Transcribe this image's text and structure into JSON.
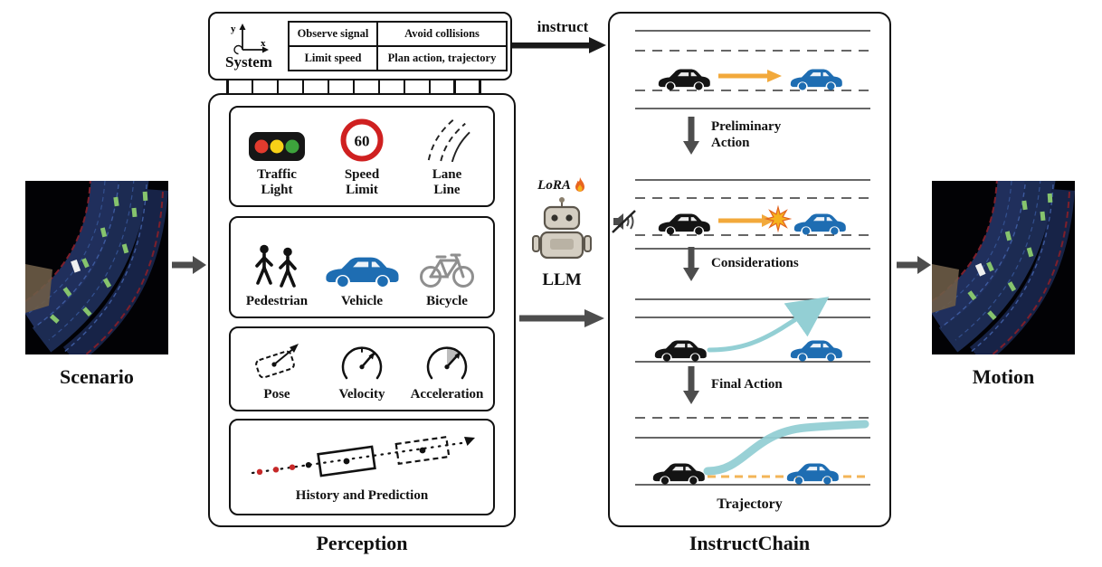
{
  "panels": {
    "scenario_label": "Scenario",
    "motion_label": "Motion",
    "perception_label": "Perception",
    "instructchain_label": "InstructChain"
  },
  "system": {
    "label": "System",
    "axis_x": "x",
    "axis_y": "y",
    "rules": [
      "Observe signal",
      "Avoid collisions",
      "Limit speed",
      "Plan action, trajectory"
    ]
  },
  "flow": {
    "instruct_label": "instruct"
  },
  "llm": {
    "label": "LLM",
    "adapter_label": "LoRA"
  },
  "perception": {
    "speed_limit_value": "60",
    "row1": [
      {
        "icon": "traffic-light-icon",
        "label": "Traffic Light"
      },
      {
        "icon": "speed-limit-icon",
        "label": "Speed Limit"
      },
      {
        "icon": "lane-line-icon",
        "label": "Lane Line"
      }
    ],
    "row2": [
      {
        "icon": "pedestrian-icon",
        "label": "Pedestrian"
      },
      {
        "icon": "vehicle-icon",
        "label": "Vehicle"
      },
      {
        "icon": "bicycle-icon",
        "label": "Bicycle"
      }
    ],
    "row3": [
      {
        "icon": "pose-icon",
        "label": "Pose"
      },
      {
        "icon": "velocity-gauge-icon",
        "label": "Velocity"
      },
      {
        "icon": "acceleration-gauge-icon",
        "label": "Acceleration"
      }
    ],
    "row4_label": "History and Prediction"
  },
  "chain": {
    "steps": [
      {
        "label": "Preliminary Action"
      },
      {
        "label": "Considerations"
      },
      {
        "label": "Final Action"
      }
    ],
    "trajectory_label": "Trajectory"
  },
  "colors": {
    "ego_car": "#141414",
    "agent_car": "#1e6db2",
    "action_arrow": "#f2a93b",
    "trajectory_teal": "#93cfd4",
    "flow_arrow": "#4d4d4d"
  }
}
